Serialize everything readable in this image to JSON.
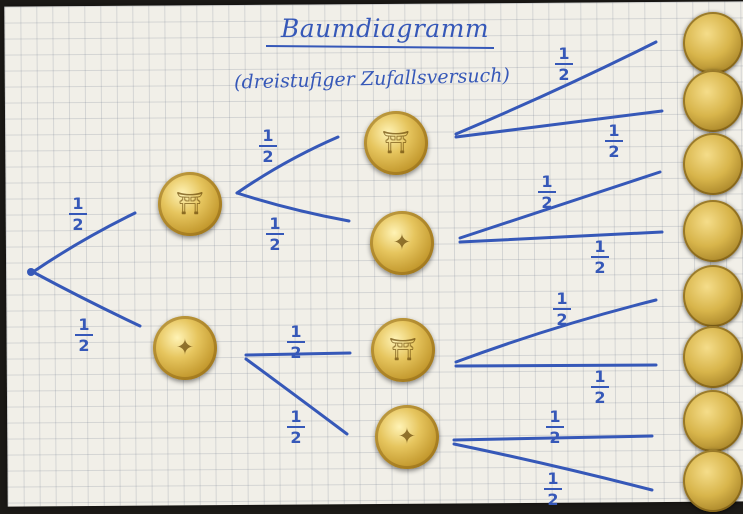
{
  "title": "Baumdiagramm",
  "subtitle": "(dreistufiger Zufallsversuch)",
  "probability": {
    "numerator": "1",
    "denominator": "2"
  },
  "ink_color": "#3658b8",
  "coin_color": "#d8b54b",
  "coin_faces": {
    "gate": "brandenburg-gate-icon",
    "twenty": "twenty-cent-icon"
  }
}
